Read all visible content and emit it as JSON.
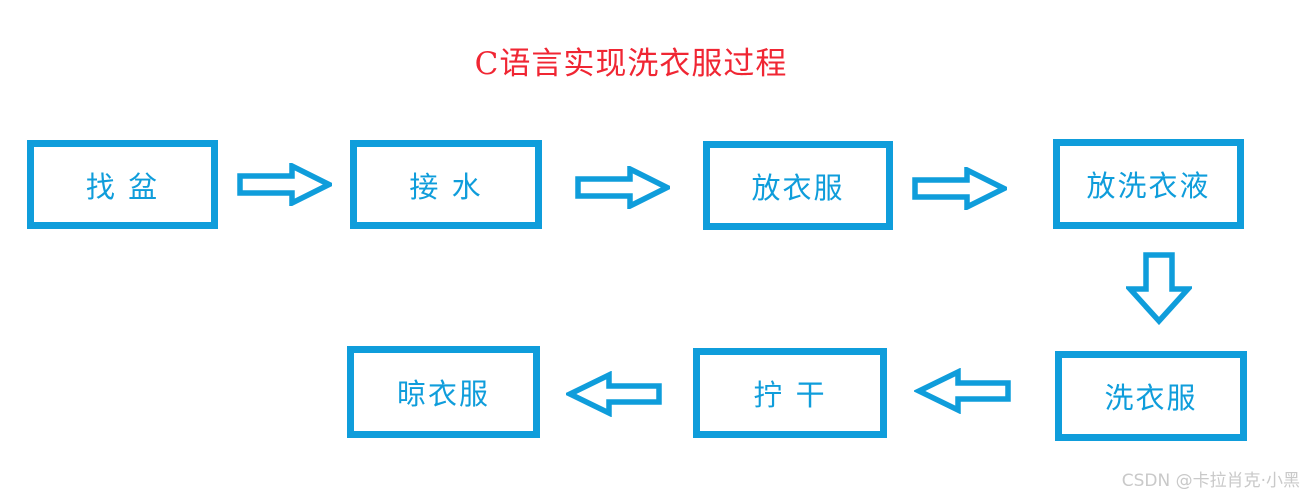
{
  "title": {
    "text": "C语言实现洗衣服过程",
    "color": "#f02633"
  },
  "watermark": {
    "text": "CSDN @卡拉肖克·小黑",
    "color": "#c9c9c9"
  },
  "colors": {
    "shape_outline_blue": "#0f9ddb",
    "shape_fill": "#ffffff",
    "background": "#ffffff",
    "title_red": "#f02633",
    "watermark_gray": "#c9c9c9"
  },
  "flowchart": {
    "nodes": [
      {
        "id": "find-basin",
        "label": "找 盆"
      },
      {
        "id": "fill-water",
        "label": "接 水"
      },
      {
        "id": "put-in-clothes",
        "label": "放衣服"
      },
      {
        "id": "add-detergent",
        "label": "放洗衣液"
      },
      {
        "id": "wash-clothes",
        "label": "洗衣服"
      },
      {
        "id": "wring-dry",
        "label": "拧 干"
      },
      {
        "id": "hang-clothes",
        "label": "晾衣服"
      }
    ],
    "edges": [
      {
        "from": "find-basin",
        "to": "fill-water",
        "icon": "block-arrow-right-icon"
      },
      {
        "from": "fill-water",
        "to": "put-in-clothes",
        "icon": "block-arrow-right-icon"
      },
      {
        "from": "put-in-clothes",
        "to": "add-detergent",
        "icon": "block-arrow-right-icon"
      },
      {
        "from": "add-detergent",
        "to": "wash-clothes",
        "icon": "block-arrow-down-icon"
      },
      {
        "from": "wash-clothes",
        "to": "wring-dry",
        "icon": "block-arrow-left-icon"
      },
      {
        "from": "wring-dry",
        "to": "hang-clothes",
        "icon": "block-arrow-left-icon"
      }
    ]
  }
}
